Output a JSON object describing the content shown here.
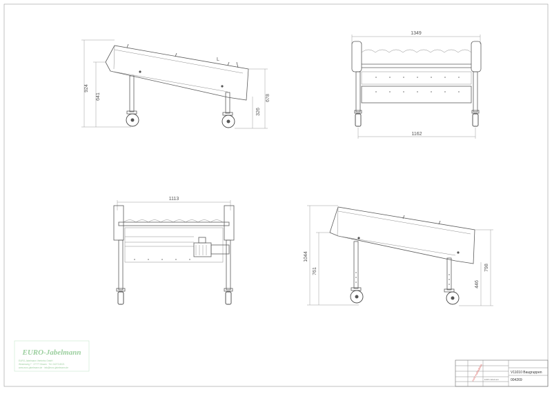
{
  "drawing": {
    "side_left": {
      "overall_height": "924",
      "rear_height": "641",
      "front_height": "678",
      "leg_height": "326",
      "mark": "L"
    },
    "top_right": {
      "top_width": "1349",
      "base_width": "1162"
    },
    "bottom_left": {
      "frame_width": "1113"
    },
    "side_right": {
      "overall_height": "1044",
      "rear_height": "761",
      "front_height": "798",
      "leg_height": "446"
    }
  },
  "logo": {
    "brand": "EURO-Jabelmann",
    "line1": "EURO-Jabelmann Vertriebs GmbH",
    "line2": "Westerweg 7 · 27777 Dissen · Tel. 04272-8021",
    "line3": "www.euro-jabelmann.de · info@euro-jabelmann.de"
  },
  "title_block": {
    "title": "V11010 Baugruppen",
    "drawing_no": "004269",
    "stamp": "nicht maßstäblich",
    "company": "EURO-Jabelmann"
  },
  "colors": {
    "line": "#5a5a5a",
    "dimension": "#9a9a9a",
    "logo": "#9ccf9f",
    "stamp": "#d9534f"
  }
}
